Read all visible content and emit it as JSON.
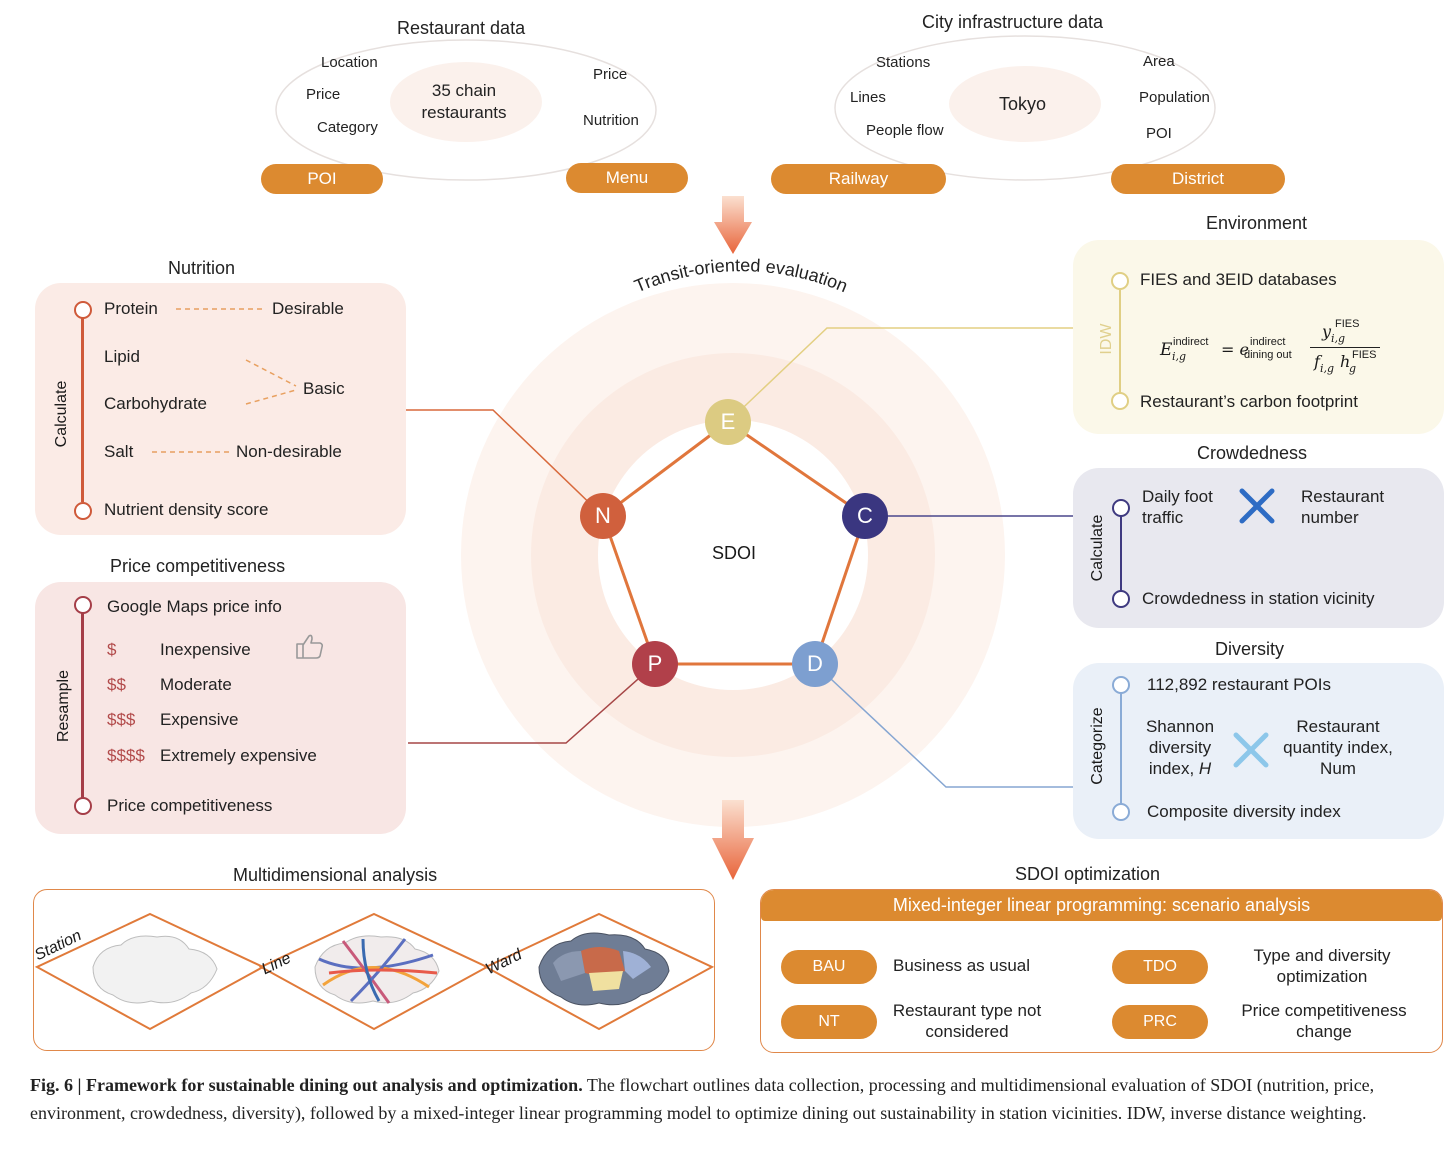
{
  "restaurant": {
    "title": "Restaurant data",
    "center": "35 chain restaurants",
    "left": [
      "Location",
      "Price",
      "Category"
    ],
    "right": [
      "Price",
      "Nutrition"
    ],
    "pill_left": "POI",
    "pill_right": "Menu"
  },
  "city": {
    "title": "City infrastructure data",
    "center": "Tokyo",
    "left": [
      "Stations",
      "Lines",
      "People flow"
    ],
    "right": [
      "Area",
      "Population",
      "POI"
    ],
    "pill_left": "Railway",
    "pill_right": "District"
  },
  "center": {
    "arc_label": "Transit-oriented evaluation",
    "sdoi": "SDOI",
    "nodes": {
      "E": "E",
      "N": "N",
      "C": "C",
      "P": "P",
      "D": "D"
    }
  },
  "nutrition": {
    "title": "Nutrition",
    "side": "Calculate",
    "protein": "Protein",
    "desirable": "Desirable",
    "lipid": "Lipid",
    "carbohydrate": "Carbohydrate",
    "basic": "Basic",
    "salt": "Salt",
    "non_desirable": "Non-desirable",
    "score": "Nutrient density score"
  },
  "price": {
    "title": "Price competitiveness",
    "side": "Resample",
    "top": "Google Maps price info",
    "levels": [
      {
        "symbol": "$",
        "label": "Inexpensive"
      },
      {
        "symbol": "$$",
        "label": "Moderate"
      },
      {
        "symbol": "$$$",
        "label": "Expensive"
      },
      {
        "symbol": "$$$$",
        "label": "Extremely expensive"
      }
    ],
    "bottom": "Price competitiveness"
  },
  "environment": {
    "title": "Environment",
    "side": "IDW",
    "top": "FIES and 3EID databases",
    "bottom": "Restaurant’s carbon footprint",
    "formula": {
      "E": "E",
      "E_sup": "indirect",
      "E_sub": "i,g",
      "eq": "= e",
      "e_sup": "indirect",
      "e_sub": "dining out",
      "num": "y",
      "num_sub": "i,g",
      "num_sup": "FIES",
      "den_f": "f",
      "den_f_sub": "i,g",
      "den_h": "h",
      "den_h_sub": "g",
      "den_sup": "FIES"
    }
  },
  "crowdedness": {
    "title": "Crowdedness",
    "side": "Calculate",
    "left": "Daily foot traffic",
    "right": "Restaurant number",
    "bottom": "Crowdedness in station vicinity"
  },
  "diversity": {
    "title": "Diversity",
    "side": "Categorize",
    "top": "112,892 restaurant POIs",
    "left_a": "Shannon",
    "left_b": "diversity",
    "left_c": "index, ",
    "left_h": "H",
    "right": "Restaurant quantity index, Num",
    "bottom": "Composite diversity index"
  },
  "multi": {
    "title": "Multidimensional analysis",
    "maps": [
      "Station",
      "Line",
      "Ward"
    ]
  },
  "opt": {
    "title": "SDOI optimization",
    "banner": "Mixed-integer linear programming: scenario analysis",
    "scenarios": [
      {
        "code": "BAU",
        "label": "Business as usual"
      },
      {
        "code": "NT",
        "label": "Restaurant type not considered"
      },
      {
        "code": "TDO",
        "label": "Type and diversity optimization"
      },
      {
        "code": "PRC",
        "label": "Price competitiveness change"
      }
    ]
  },
  "caption": {
    "fig": "Fig. 6 | Framework for sustainable dining out analysis and optimization.",
    "text": " The flowchart outlines data collection, processing and multidimensional evaluation of SDOI (nutrition, price, environment, crowdedness, diversity), followed by a mixed-integer linear programming model to optimize dining out sustainability in station vicinities. IDW, inverse distance weighting."
  },
  "colors": {
    "orange": "#dc8a30",
    "E": "#dccb82",
    "N": "#d0603d",
    "C": "#3a3680",
    "P": "#b1404a",
    "D": "#7d9fd0"
  }
}
